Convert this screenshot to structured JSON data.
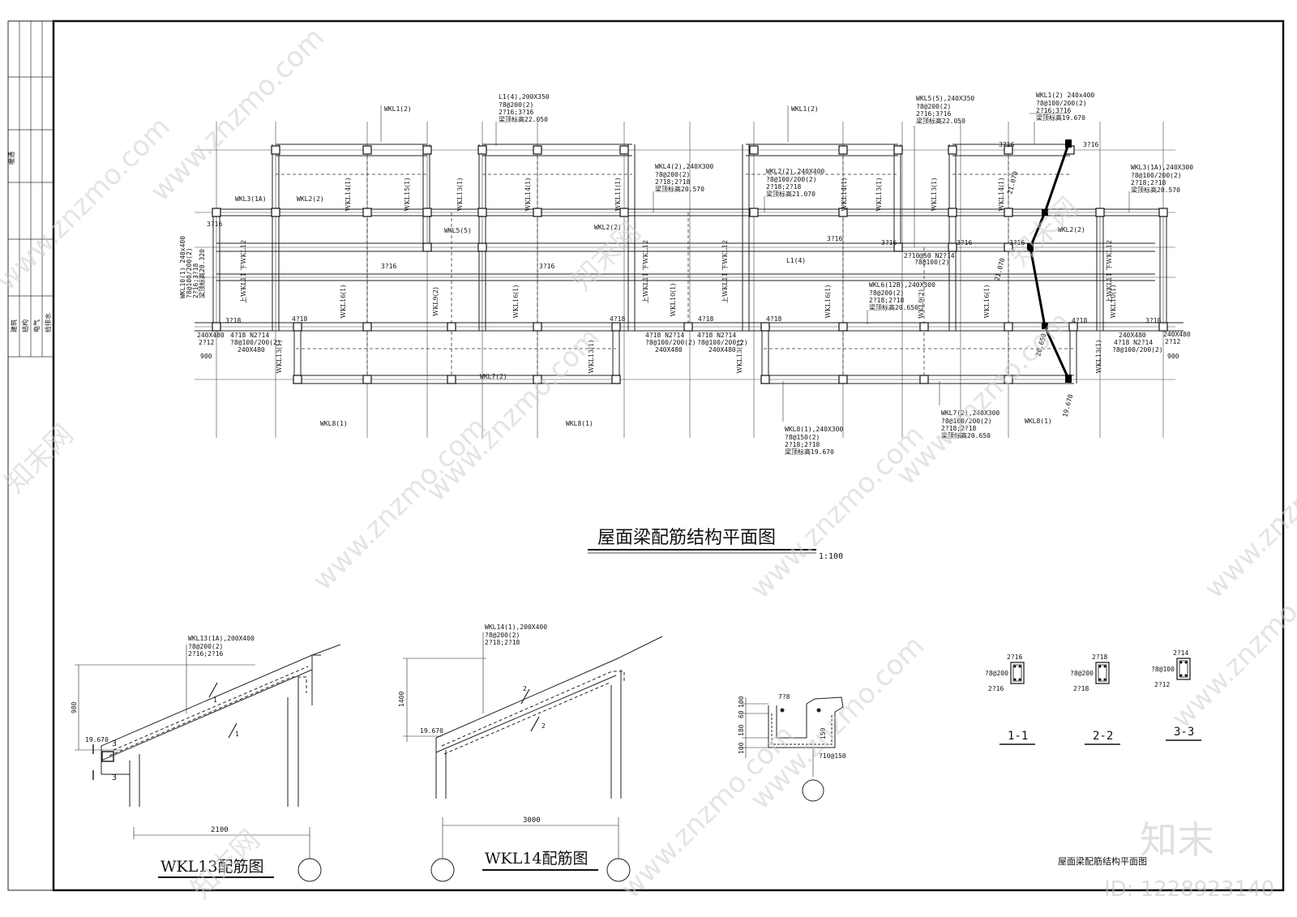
{
  "sheet": {
    "side_labels_top": [
      "暖通"
    ],
    "side_labels_bottom": [
      "建筑",
      "结构",
      "电气",
      "给排水"
    ]
  },
  "plan": {
    "title": "屋面梁配筋结构平面图",
    "scale": "1:100",
    "callouts": [
      {
        "id": "l1-4",
        "lines": [
          "L1(4),200X350",
          "?8@200(2)",
          "2?16;3?16",
          "梁顶标高22.050"
        ]
      },
      {
        "id": "wkl5-5",
        "lines": [
          "WKL5(5),240X350",
          "?8@200(2)",
          "2?16;3?16",
          "梁顶标高22.050"
        ]
      },
      {
        "id": "wkl1-2-top",
        "lines": [
          "WKL1(2) 240x400",
          "?8@100/200(2)",
          "2?16;3?16",
          "梁顶标高19.670"
        ]
      },
      {
        "id": "wkl4-2",
        "lines": [
          "WKL4(2),240X300",
          "?8@200(2)",
          "2?18;2?18",
          "梁顶标高20.570"
        ]
      },
      {
        "id": "wkl2-2",
        "lines": [
          "WKL2(2),240X400",
          "?8@100/200(2)",
          "2?18;2?18",
          "梁顶标高21.070"
        ]
      },
      {
        "id": "wkl3-1a",
        "lines": [
          "WKL3(1A),240X300",
          "?8@100/200(2)",
          "2?18;2?18",
          "梁顶标高20.570"
        ]
      },
      {
        "id": "wkl10-1",
        "lines": [
          "WKL10(1) 240x400",
          "?8@100/200(2)",
          "2?16;3?18",
          "梁顶标高20.320"
        ]
      },
      {
        "id": "wkl6-12b",
        "lines": [
          "WKL6(12B),240X300",
          "?8@200(2)",
          "2?18;2?18",
          "梁顶标高20.650"
        ]
      },
      {
        "id": "wkl8-1",
        "lines": [
          "WKL8(1),240X300",
          "?8@150(2)",
          "2?18;2?18",
          "梁顶标高19.670"
        ]
      },
      {
        "id": "wkl7-2",
        "lines": [
          "WKL7(2),240X300",
          "?8@100/200(2)",
          "2?18;2?18",
          "梁顶标高20.650"
        ]
      }
    ],
    "labels": [
      {
        "id": "wkl1-left",
        "text": "WKL1(2)"
      },
      {
        "id": "wkl1-mid",
        "text": "WKL1(2)"
      },
      {
        "id": "wkl3-left",
        "text": "WKL3(1A)"
      },
      {
        "id": "wkl2-left",
        "text": "WKL2(2)"
      },
      {
        "id": "wkl2-mid",
        "text": "WKL2(2)"
      },
      {
        "id": "wkl2-right",
        "text": "WKL2(2)"
      },
      {
        "id": "wkl5-5",
        "text": "WKL5(5)"
      },
      {
        "id": "l1-4-mid",
        "text": "L1(4)"
      },
      {
        "id": "wkl7-2",
        "text": "WKL7(2)"
      },
      {
        "id": "wkl8-left",
        "text": "WKL8(1)"
      },
      {
        "id": "wkl8-mid",
        "text": "WKL8(1)"
      },
      {
        "id": "wkl8-right",
        "text": "WKL8(1)"
      },
      {
        "id": "n-3-16-a",
        "text": "3?16"
      },
      {
        "id": "n-3-16-b",
        "text": "3?16"
      },
      {
        "id": "n-3-16-c",
        "text": "3?16"
      },
      {
        "id": "n-3-16-d",
        "text": "3?16"
      },
      {
        "id": "n-3-16-e",
        "text": "3?16"
      },
      {
        "id": "n-3-16-f",
        "text": "3?16"
      },
      {
        "id": "n-3-16-g",
        "text": "3?16"
      },
      {
        "id": "n-3-16-h",
        "text": "3?16"
      },
      {
        "id": "n-3-16-i",
        "text": "3?16"
      },
      {
        "id": "n-3-18-l",
        "text": "3?18"
      },
      {
        "id": "n-3-18-r",
        "text": "3?18"
      },
      {
        "id": "n-4-18-a",
        "text": "4?18"
      },
      {
        "id": "n-4-18-b",
        "text": "4?18"
      },
      {
        "id": "n-4-18-c",
        "text": "4?18"
      },
      {
        "id": "n-4-18-d",
        "text": "4?18"
      },
      {
        "id": "n-4-18-e",
        "text": "4?18"
      },
      {
        "id": "n-2-10-a",
        "text": "2?10@50 N2?14"
      },
      {
        "id": "n-2-10-b",
        "text": "?8@100(2)"
      },
      {
        "id": "elev-21070",
        "text": "21.070"
      },
      {
        "id": "elev-21070b",
        "text": "21.070"
      },
      {
        "id": "elev-20650",
        "text": "20.650"
      },
      {
        "id": "elev-19670",
        "text": "19.670"
      },
      {
        "id": "sz-240-480-l",
        "text": "240X480"
      },
      {
        "id": "sz-2-12-l",
        "text": "2?12"
      },
      {
        "id": "sz-900-l",
        "text": "900"
      },
      {
        "id": "sz-240-480-r",
        "text": "240X480"
      },
      {
        "id": "sz-2-12-r",
        "text": "2?12"
      },
      {
        "id": "sz-900-r",
        "text": "900"
      },
      {
        "id": "bot-1a",
        "text": "4?18   N2?14"
      },
      {
        "id": "bot-1b",
        "text": "?8@100/200(2)"
      },
      {
        "id": "bot-1c",
        "text": "240X480"
      },
      {
        "id": "bot-2a",
        "text": "4?18   N2?14"
      },
      {
        "id": "bot-2b",
        "text": "?8@100/200(2)"
      },
      {
        "id": "bot-2c",
        "text": "240X480"
      },
      {
        "id": "bot-3a",
        "text": "4?18   N2?14"
      },
      {
        "id": "bot-3b",
        "text": "?8@100/200(2)"
      },
      {
        "id": "bot-3c",
        "text": "240X480"
      },
      {
        "id": "bot-4a",
        "text": "240X480"
      },
      {
        "id": "bot-4b",
        "text": "4?18   N2?14"
      },
      {
        "id": "bot-4c",
        "text": "?8@100/200(2)"
      }
    ],
    "vertical_labels": [
      "WKL14(1)",
      "WKL15(1)",
      "WKL13(1)",
      "WKL14(1)",
      "WKL11(1)",
      "WKL14(1)",
      "WKL13(1)",
      "WKL13(1)",
      "WKL14(1)",
      "WKL16(1)",
      "WKL9(2)",
      "WKL16(1)",
      "上WKL11 下WKL12",
      "WKL10(1)",
      "上WKL11 下WKL12",
      "WKL16(1)",
      "WKL9(2)",
      "WKL16(1)",
      "上WKL11 下WKL12",
      "WKL10(1)",
      "WKL13(1)",
      "WKL13(1)",
      "WKL13(1)",
      "WKL13(1)",
      "上WKL11 下WKL12"
    ]
  },
  "detail_wkl13": {
    "title": "WKL13配筋图",
    "callout": [
      "WKL13(1A),200X400",
      "?8@200(2)",
      "2?16;2?16"
    ],
    "elevation": "19.670",
    "height_dim": "980",
    "span_dim": "2100",
    "sections": [
      "1",
      "1",
      "3",
      "3"
    ]
  },
  "detail_wkl14": {
    "title": "WKL14配筋图",
    "callout": [
      "WKL14(1),200X400",
      "?8@200(2)",
      "2?18;2?18"
    ],
    "elevation": "19.670",
    "height_dim": "1400",
    "span_dim": "3000",
    "sections": [
      "2",
      "2"
    ]
  },
  "detail_gutter": {
    "top_bar": "7?8",
    "dims": [
      "100",
      "180",
      "60",
      "100",
      "150"
    ],
    "bottom_bar": "?10@150"
  },
  "sections": [
    {
      "id": "s1",
      "label": "1-1",
      "top": "2?16",
      "stirrup": "?8@200",
      "bottom": "2?16"
    },
    {
      "id": "s2",
      "label": "2-2",
      "top": "2?18",
      "stirrup": "?8@200",
      "bottom": "2?18"
    },
    {
      "id": "s3",
      "label": "3-3",
      "top": "2?14",
      "stirrup": "?8@100",
      "bottom": "2?12"
    }
  ],
  "title_block": {
    "drawing_name": "屋面梁配筋结构平面图"
  },
  "watermark": {
    "site": "www.znzmo.com",
    "brand": "知末",
    "brand_net": "知末网",
    "id_text": "ID: 1228923140"
  }
}
